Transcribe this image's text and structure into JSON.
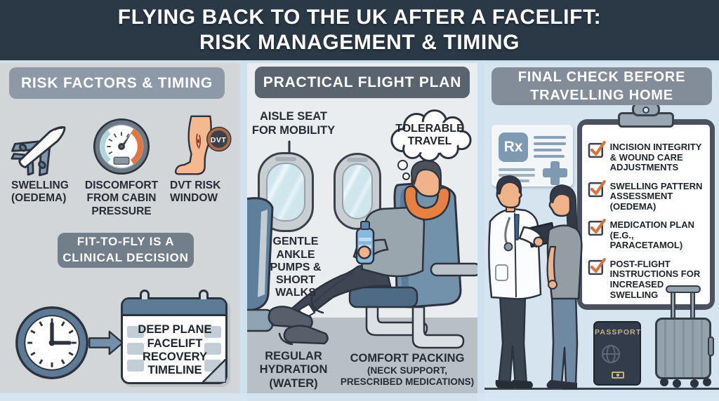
{
  "header": {
    "line1": "FLYING BACK TO THE UK AFTER A FACELIFT:",
    "line2": "RISK MANAGEMENT & TIMING"
  },
  "left_panel": {
    "title": "RISK FACTORS & TIMING",
    "risk_swelling": "SWELLING (OEDEMA)",
    "risk_cabin": "DISCOMFORT FROM CABIN PRESSURE",
    "risk_dvt": "DVT RISK WINDOW",
    "dvt_badge": "DVT",
    "callout": "FIT-TO-FLY IS A CLINICAL DECISION",
    "timeline": "DEEP PLANE FACELIFT RECOVERY TIMELINE"
  },
  "middle_panel": {
    "title": "PRACTICAL FLIGHT PLAN",
    "aisle_seat": "AISLE SEAT FOR MOBILITY",
    "thought": "TOLERABLE TRAVEL",
    "ankle": "GENTLE ANKLE PUMPS & SHORT WALKS",
    "hydration": "REGULAR HYDRATION (WATER)",
    "comfort_title": "COMFORT PACKING",
    "comfort_sub": "(NECK SUPPORT, PRESCRIBED MEDICATIONS)"
  },
  "right_panel": {
    "title_line1": "FINAL CHECK BEFORE",
    "title_line2": "TRAVELLING HOME",
    "rx": "Rx",
    "checklist": [
      "INCISION INTEGRITY & WOUND CARE ADJUSTMENTS",
      "SWELLING PATTERN ASSESSMENT (OEDEMA)",
      "MEDICATION PLAN (E.G., PARACETAMOL)",
      "POST-FLIGHT INSTRUCTIONS FOR INCREASED SWELLING"
    ],
    "passport": "PASSPORT"
  },
  "colors": {
    "header_bg": "#2b3947",
    "accent_orange": "#dd7138",
    "panel_left_bg": "#d2d6d9",
    "panel_middle_bg": "#e9edf0",
    "panel_right_bg": "#d5e4ef",
    "badge_grey": "#8d99a7",
    "dark_outline": "#2c333e",
    "seat_blue": "#7291ab",
    "neck_pillow_orange": "#e8813f",
    "flag_navy": "#2a4a8c",
    "flag_red": "#cc2c2c"
  }
}
